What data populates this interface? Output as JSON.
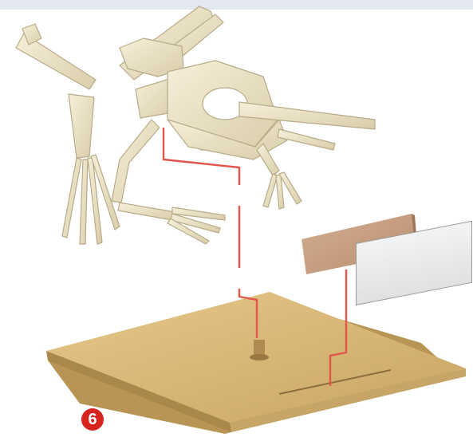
{
  "step": {
    "number": "6",
    "color": "#d6241e"
  },
  "colors": {
    "bone": "#ece3cb",
    "bone_shadow": "#c9bc9a",
    "base_top": "#d8b872",
    "base_side": "#b89554",
    "nameplate": "#c79f83",
    "guide_line": "#e2554b",
    "label_card": "#e6e6e6"
  },
  "parts": [
    "frog-skeleton",
    "stand-post",
    "display-base",
    "nameplate",
    "blank-label-card"
  ]
}
